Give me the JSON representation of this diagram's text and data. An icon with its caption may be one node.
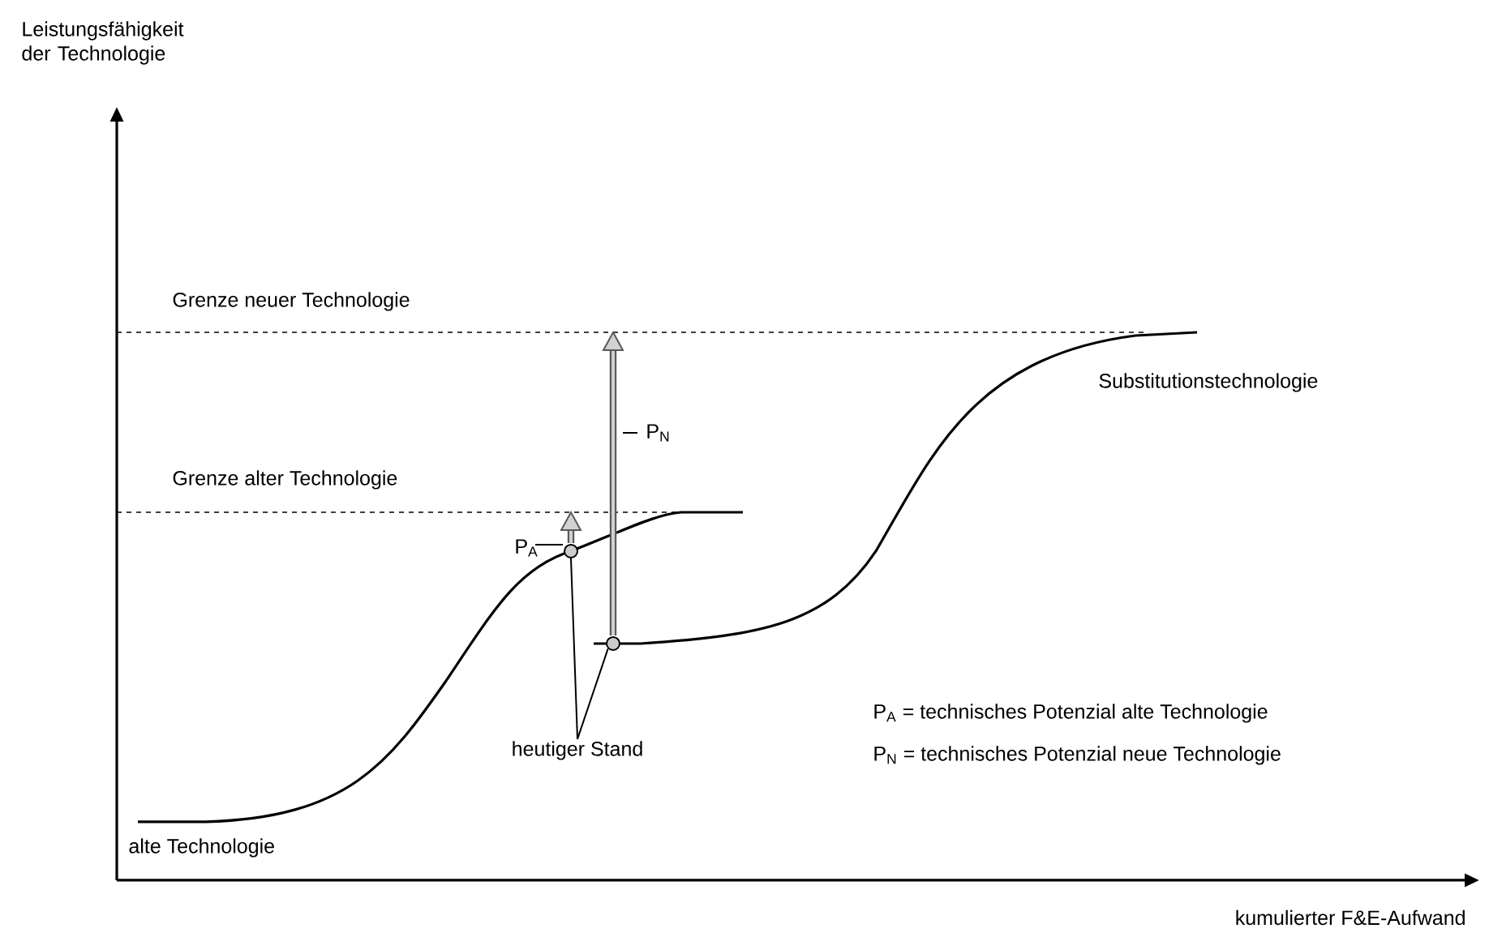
{
  "diagram": {
    "nodes": [
      {
        "text": [
          "heutiger Stand"
        ]
      },
      {
        "text": [],
        "shape": "circle"
      },
      {
        "text": [],
        "shape": "circle"
      }
    ],
    "edges": [
      {
        "from": 0,
        "to": 1,
        "arrow": "none"
      },
      {
        "from": 0,
        "to": 2,
        "arrow": "none"
      }
    ],
    "labels": [
      "Leistungsfähigkeit der Technologie",
      "Grenze neuer Technologie",
      "Substitutionstechnologie",
      "P$_{N}$",
      "Grenze alter Technologie",
      "P$_{A}$",
      "P$_{A}$ = technisches Potenzial alte Technologie",
      "P$_{N}$ = technisches Potenzial neue Technologie",
      "alte Technologie",
      "kumulierter F&E-Aufwand"
    ]
  }
}
